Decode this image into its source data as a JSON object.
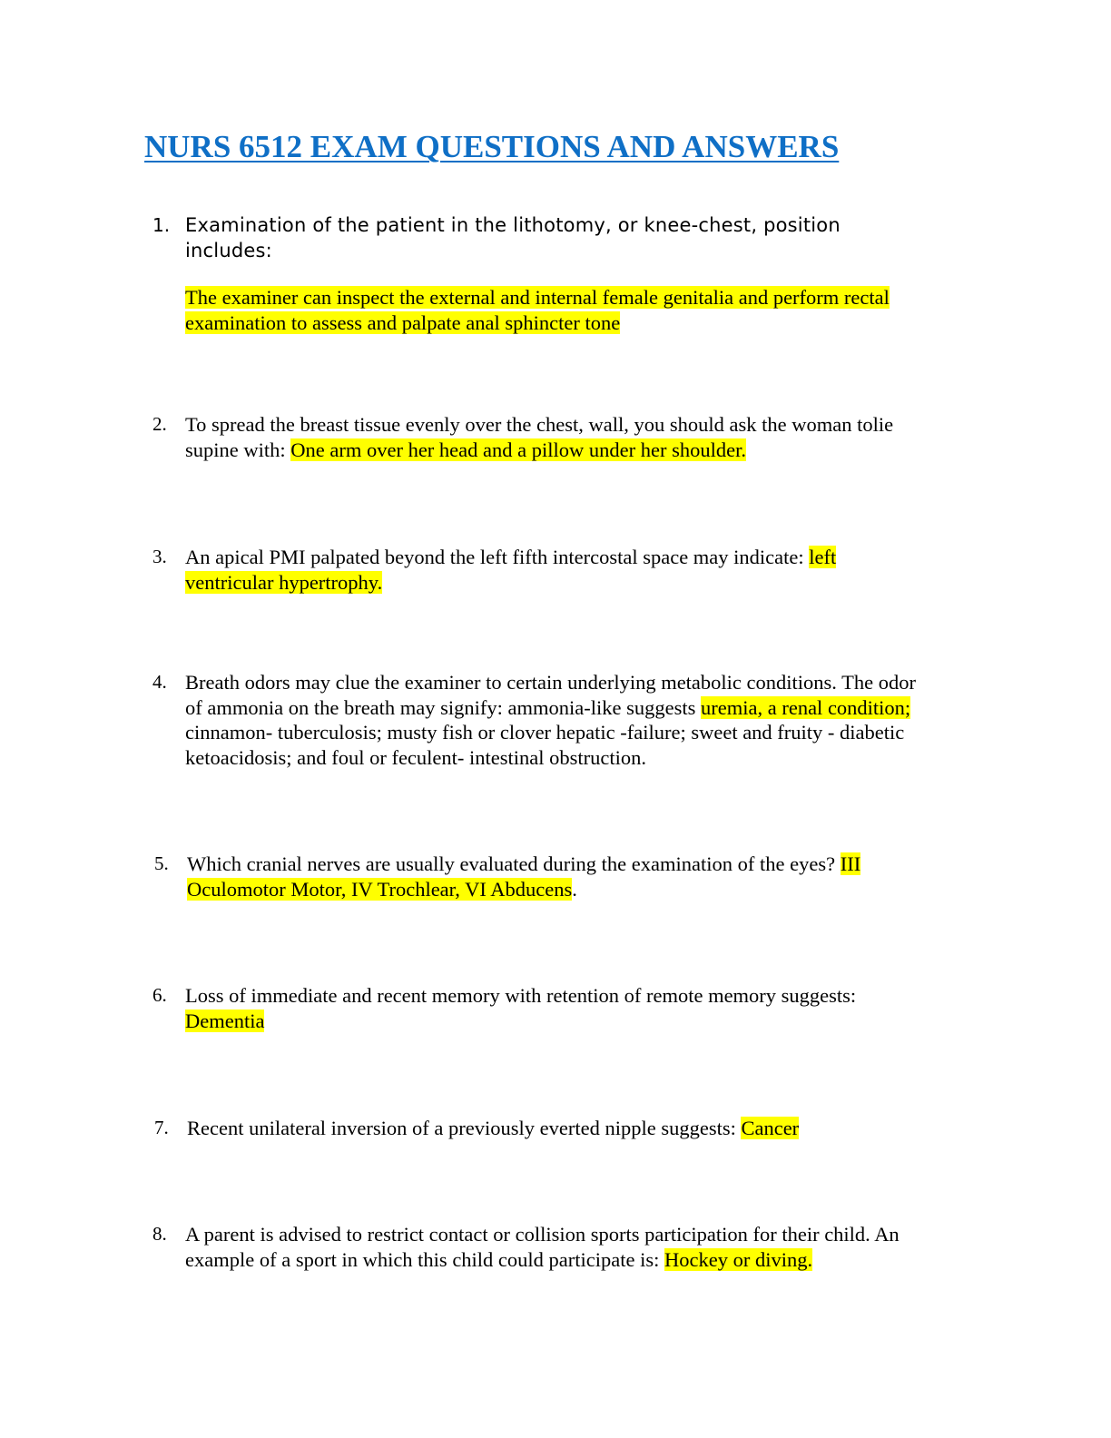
{
  "title": "NURS 6512 EXAM QUESTIONS AND ANSWERS",
  "colors": {
    "title": "#0f6fc6",
    "highlight": "#ffff00"
  },
  "questions": [
    {
      "number": "1.",
      "question": "Examination of the patient in the lithotomy, or knee-chest, position includes:",
      "answer": "The examiner can inspect the external and internal female genitalia and perform rectal examination to assess and palpate anal sphincter tone"
    },
    {
      "number": "2.",
      "question": "To spread the breast tissue evenly over the chest, wall, you should ask the woman tolie supine with: ",
      "answer": "One arm over her head and a pillow under her shoulder."
    },
    {
      "number": "3.",
      "question": "An apical PMI palpated beyond the left fifth intercostal space may indicate: ",
      "answer": "left ventricular hypertrophy."
    },
    {
      "number": "4.",
      "question": "Breath odors may clue the examiner to certain underlying metabolic conditions. The odor of ammonia on the breath may signify: ammonia-like suggests ",
      "answer": "uremia, a renal condition;",
      "after": " cinnamon- tuberculosis; musty fish or clover hepatic -failure; sweet and fruity - diabetic ketoacidosis; and foul or feculent- intestinal obstruction."
    },
    {
      "number": "5.",
      "question": "Which cranial nerves are usually evaluated during the examination of the eyes? ",
      "answer": "III Oculomotor Motor, IV Trochlear, VI Abducens",
      "after": "."
    },
    {
      "number": "6.",
      "question": "Loss of immediate and recent memory with retention of remote memory suggests: ",
      "answer": "Dementia"
    },
    {
      "number": "7.",
      "question": "Recent unilateral inversion of a previously everted nipple suggests: ",
      "answer": "Cancer"
    },
    {
      "number": "8.",
      "question": "A parent is advised to restrict contact or collision sports participation for their child. An example of a sport in which this child could participate is: ",
      "answer": "Hockey or diving."
    }
  ]
}
